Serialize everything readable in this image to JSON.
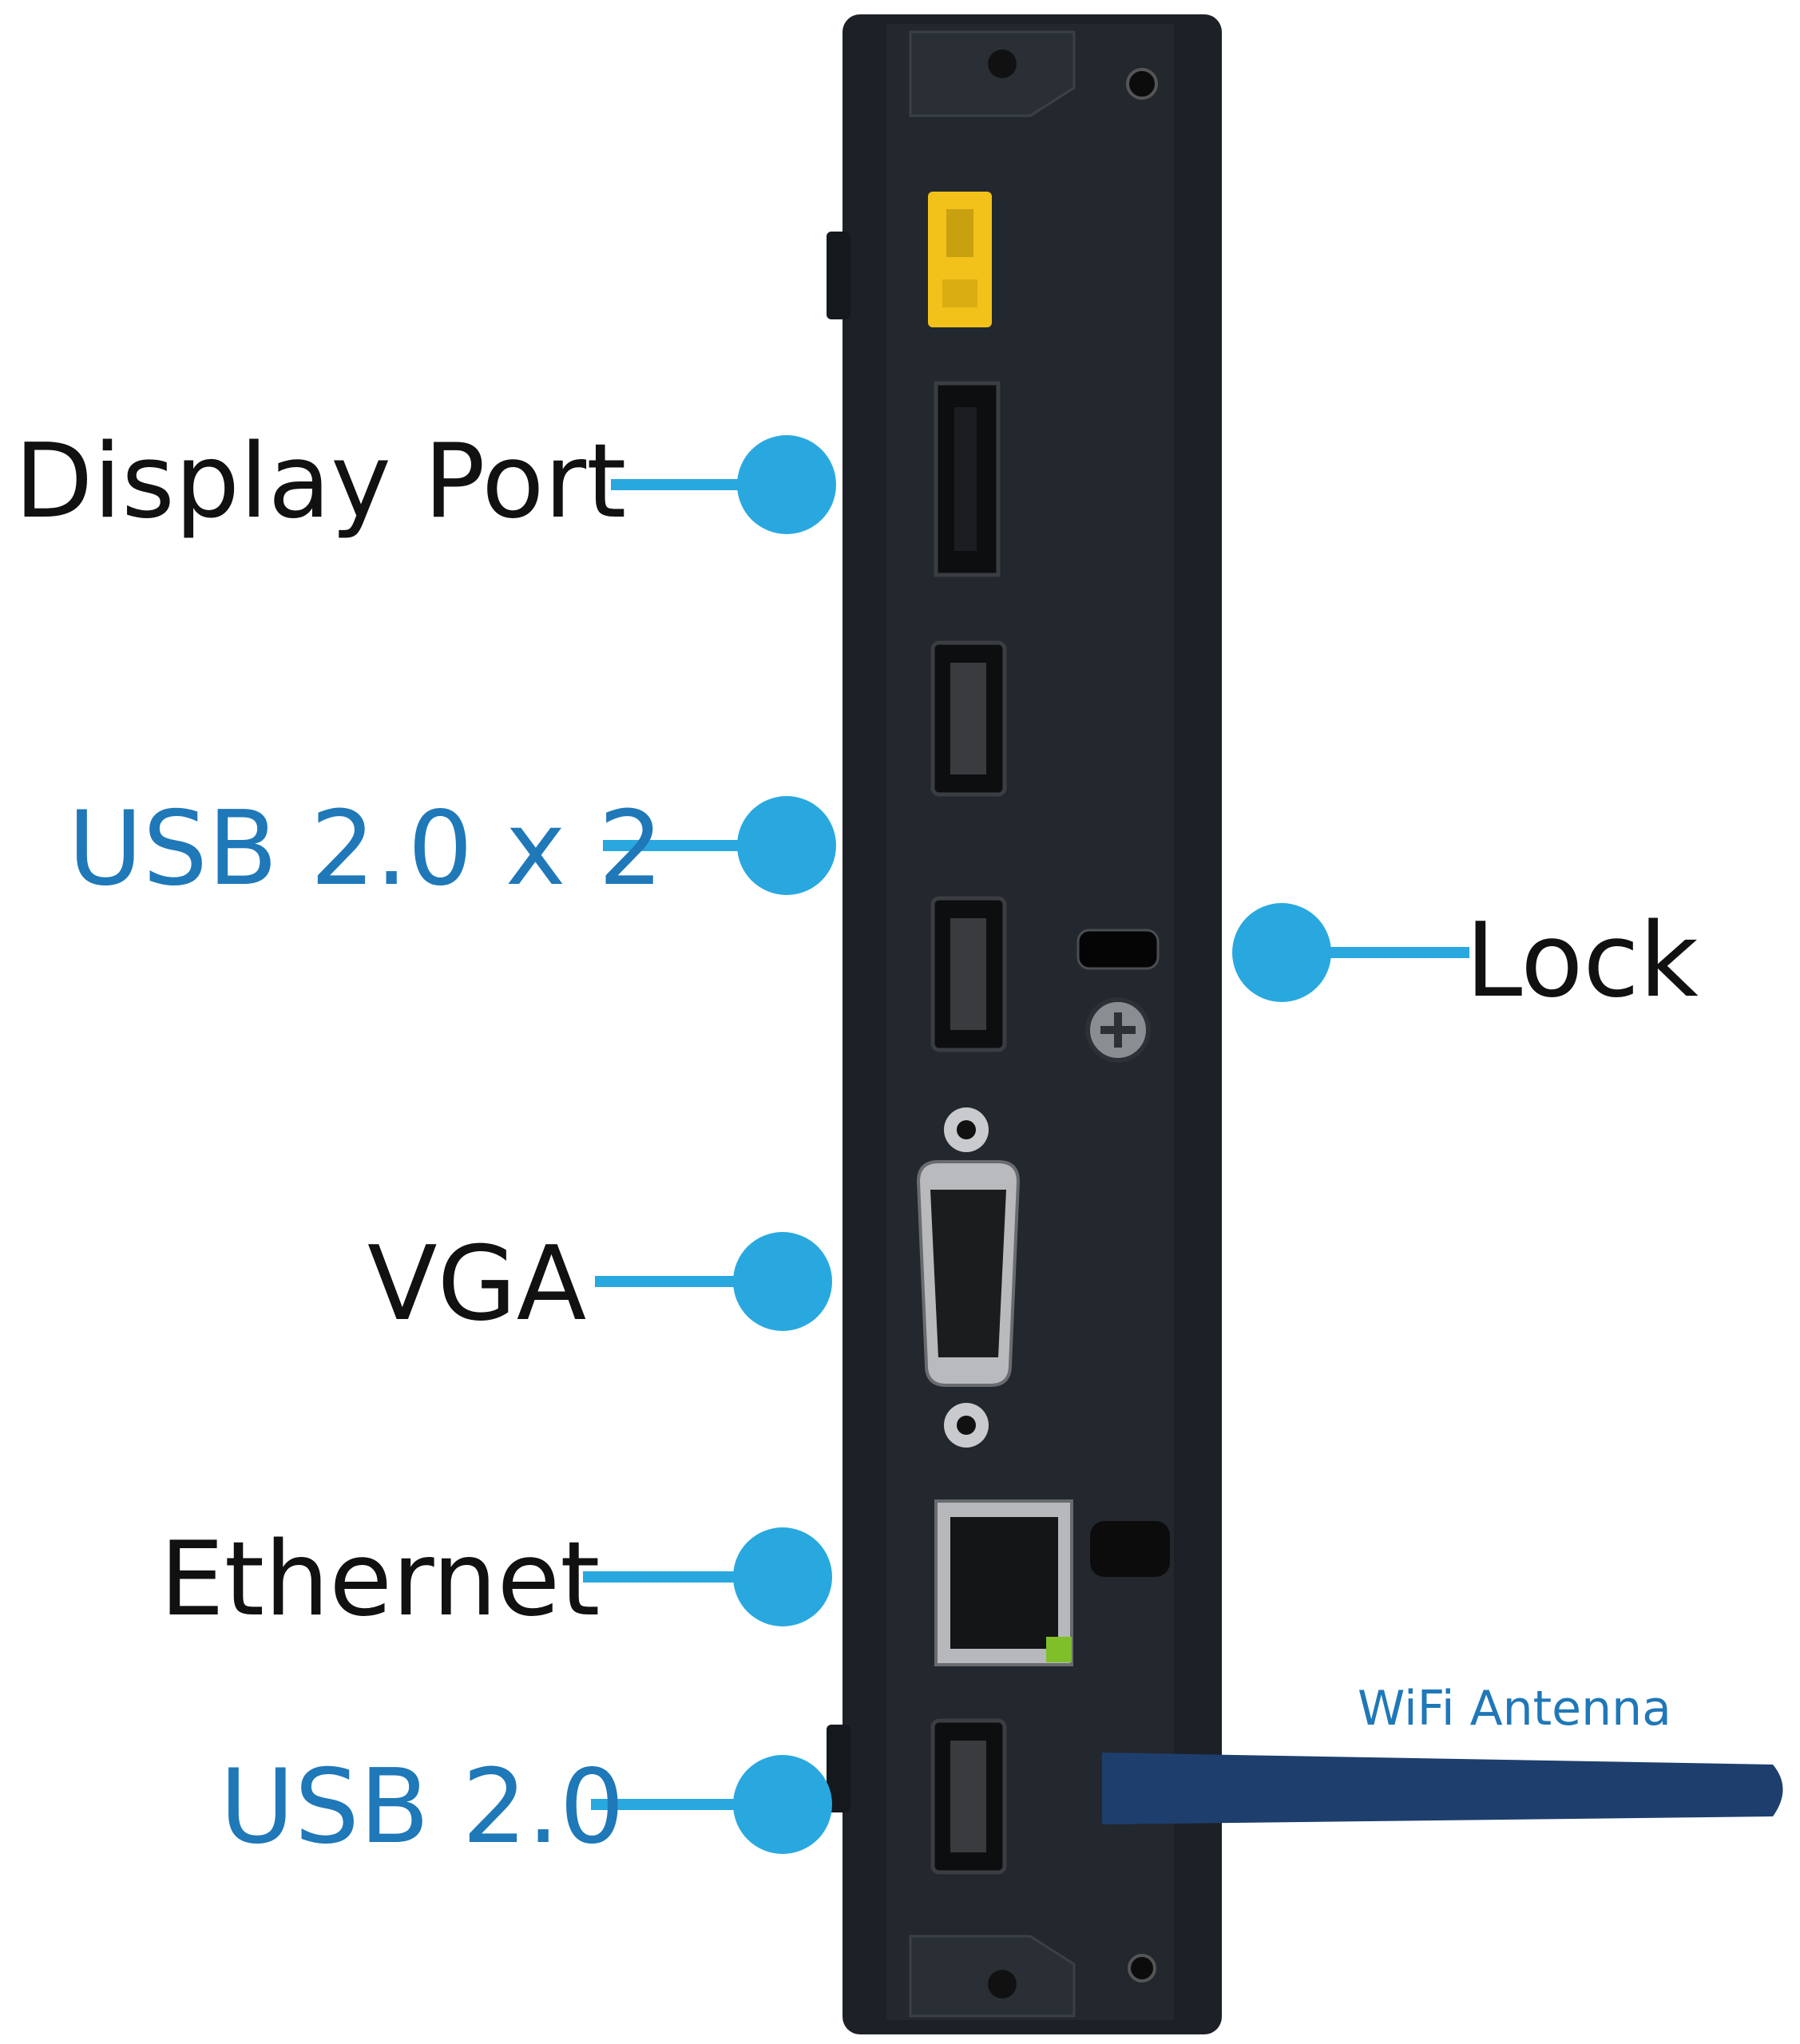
{
  "labels": {
    "display_port": "Display Port",
    "usb_2_0_x2": "USB 2.0 x 2",
    "lock": "Lock",
    "vga": "VGA",
    "ethernet": "Ethernet",
    "usb_2_0": "USB 2.0",
    "wifi_antenna": "WiFi Antenna"
  },
  "colors": {
    "callout": "#29a8e0",
    "label_dark": "#111111",
    "label_blue": "#1f78b8",
    "chassis": "#1d2127",
    "power_port": "#f2c21a",
    "antenna": "#1e3f6e"
  }
}
